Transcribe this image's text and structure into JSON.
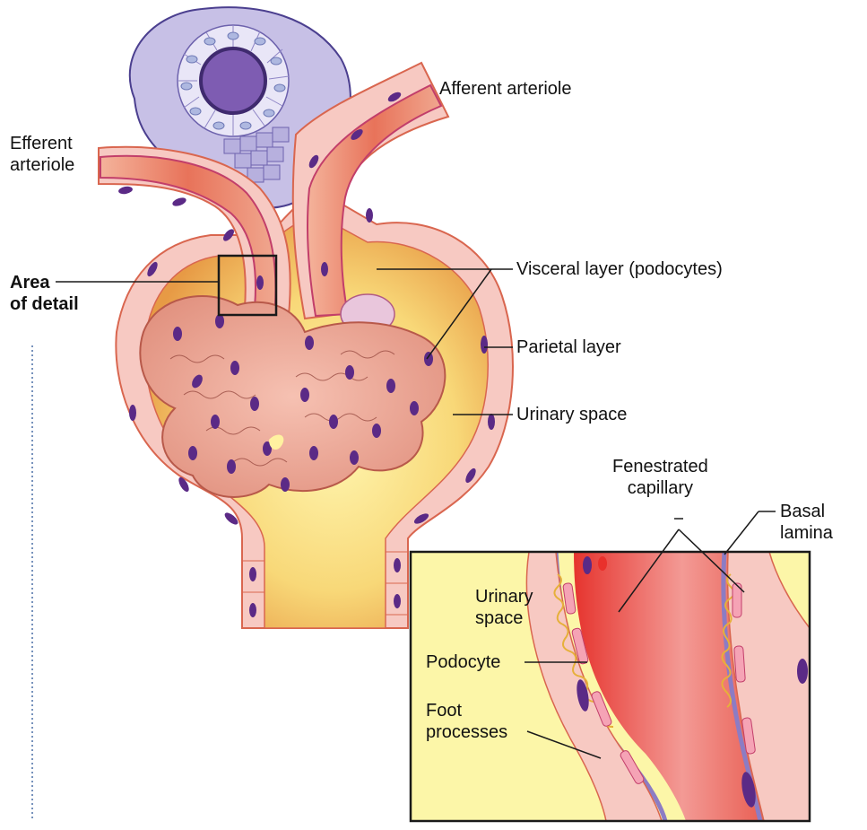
{
  "diagram": {
    "labels": {
      "afferent_arteriole": "Afferent arteriole",
      "efferent_arteriole": "Efferent\narteriole",
      "area_of_detail": "Area\nof detail",
      "visceral_layer": "Visceral layer (podocytes)",
      "parietal_layer": "Parietal layer",
      "urinary_space": "Urinary space",
      "fenestrated_capillary": "Fenestrated\ncapillary",
      "basal_lamina": "Basal\nlamina",
      "inset_urinary_space": "Urinary\nspace",
      "podocyte": "Podocyte",
      "foot_processes": "Foot\nprocesses"
    },
    "colors": {
      "vessel": "#e8735a",
      "vessel_dark": "#d9463a",
      "capsule_wall": "#f7c9c2",
      "nucleus": "#5b2a86",
      "urinary_fill": "#fcf3a6",
      "glomerulus": "#eea596",
      "tubule_cells": "#c9c3e6",
      "basement": "#8c7cc4"
    }
  }
}
